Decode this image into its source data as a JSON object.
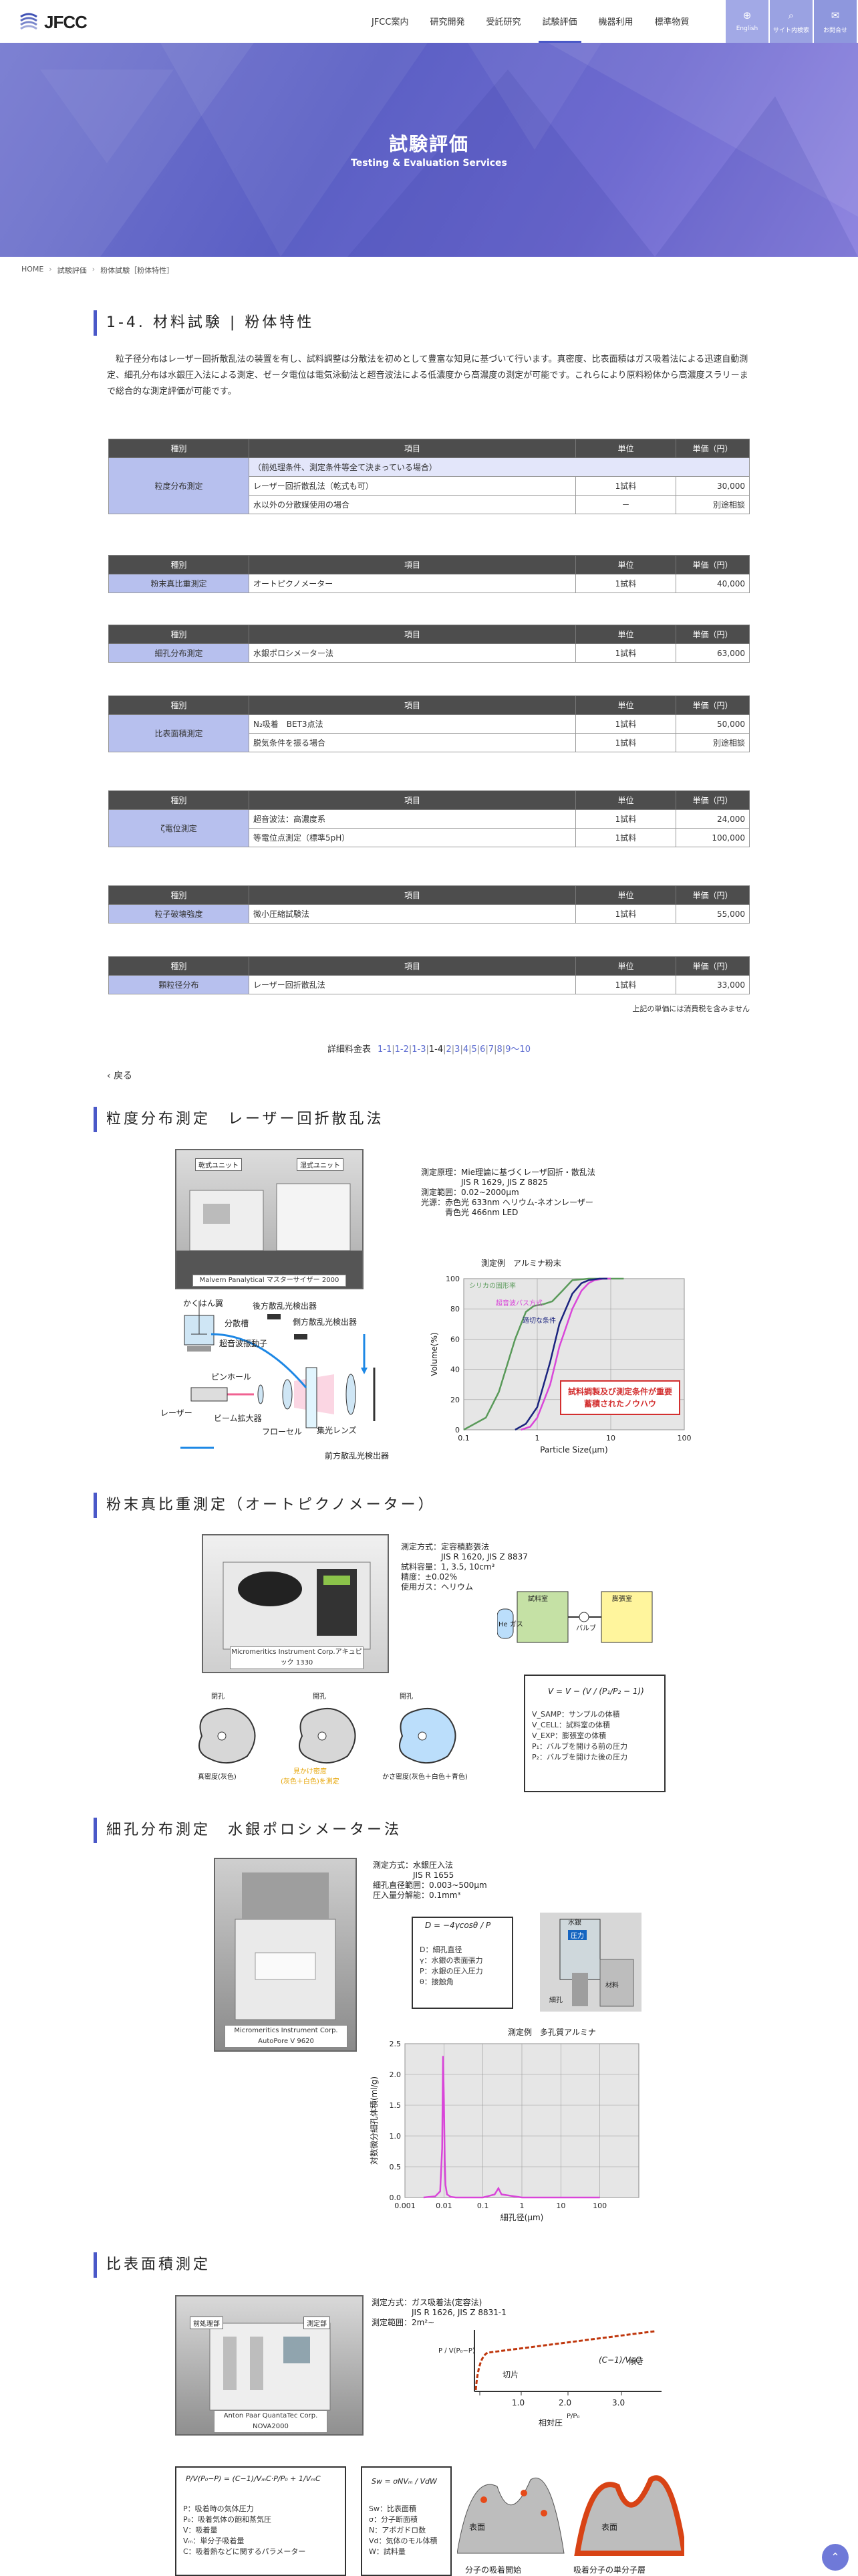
{
  "header": {
    "logo": "JFCC",
    "nav": [
      "JFCC案内",
      "研究開発",
      "受託研究",
      "試験評価",
      "機器利用",
      "標準物質"
    ],
    "active": "試験評価",
    "buttons": [
      {
        "icon": "globe",
        "label": "English"
      },
      {
        "icon": "search",
        "label": "サイト内検索"
      },
      {
        "icon": "mail",
        "label": "お問合せ"
      }
    ]
  },
  "hero": {
    "title": "試験評価",
    "subtitle": "Testing & Evaluation Services"
  },
  "breadcrumb": [
    "HOME",
    "試験評価",
    "粉体試験［粉体特性］"
  ],
  "heading": "1-4. 材料試験 | 粉体特性",
  "intro": "粒子径分布はレーザー回折散乱法の装置を有し、試料調整は分散法を初めとして豊富な知見に基づいて行います。真密度、比表面積はガス吸着法による迅速自動測定、細孔分布は水銀圧入法による測定、ゼータ電位は電気泳動法と超音波法による低濃度から高濃度の測定が可能です。これらにより原料粉体から高濃度スラリーまで総合的な測定評価が可能です。",
  "table_head": {
    "kind": "種別",
    "item": "項目",
    "unit": "単位",
    "price": "単価（円）"
  },
  "tables": [
    {
      "category": "粒度分布測定",
      "note": "（前処理条件、測定条件等全て決まっている場合）",
      "rows": [
        [
          "レーザー回折散乱法（乾式も可）",
          "1試料",
          "30,000"
        ],
        [
          "水以外の分散媒使用の場合",
          "－",
          "別途相談"
        ]
      ]
    },
    {
      "category": "粉末真比重測定",
      "rows": [
        [
          "オートピクノメーター",
          "1試料",
          "40,000"
        ]
      ]
    },
    {
      "category": "細孔分布測定",
      "rows": [
        [
          "水銀ポロシメーター法",
          "1試料",
          "63,000"
        ]
      ]
    },
    {
      "category": "比表面積測定",
      "rows": [
        [
          "N₂吸着　BET3点法",
          "1試料",
          "50,000"
        ],
        [
          "脱気条件を振る場合",
          "1試料",
          "別途相談"
        ]
      ]
    },
    {
      "category": "ζ電位測定",
      "rows": [
        [
          "超音波法：高濃度系",
          "1試料",
          "24,000"
        ],
        [
          "等電位点測定（標準5pH）",
          "1試料",
          "100,000"
        ]
      ]
    },
    {
      "category": "粒子破壊強度",
      "rows": [
        [
          "微小圧縮試験法",
          "1試料",
          "55,000"
        ]
      ]
    },
    {
      "category": "顆粒径分布",
      "rows": [
        [
          "レーザー回折散乱法",
          "1試料",
          "33,000"
        ]
      ]
    }
  ],
  "tax_note": "上記の単価には消費税を含みません",
  "pager": {
    "label": "詳細料金表",
    "pages": [
      "1-1",
      "1-2",
      "1-3",
      "1-4",
      "2",
      "3",
      "4",
      "5",
      "6",
      "7",
      "8",
      "9～10"
    ],
    "current": "1-4"
  },
  "back": "戻る",
  "s1": {
    "title": "粒度分布測定　レーザー回折散乱法",
    "photo_labels": [
      "乾式ユニット",
      "湿式ユニット"
    ],
    "caption": "Malvern Panalytical マスターサイザー 2000",
    "spec": "測定原理：Mie理論に基づくレーザ回折・散乱法\n　　　　　JIS R 1629, JIS Z 8825\n測定範囲：0.02~2000μm\n光源：赤色光 633nm ヘリウム-ネオンレーザー\n　　　青色光 466nm LED",
    "diagram": {
      "labels": [
        "かくはん翼",
        "分散槽",
        "超音波振動子",
        "後方散乱光検出器",
        "側方散乱光検出器",
        "ピンホール",
        "ビーム拡大器",
        "レーザー",
        "フローセル",
        "集光レンズ",
        "前方散乱光検出器"
      ]
    },
    "chart_data": {
      "type": "line",
      "title": "測定例　アルミナ粉末",
      "xlabel": "Particle Size(μm)",
      "ylabel": "Volume(%)",
      "xscale": "log",
      "xlim": [
        0.1,
        100
      ],
      "ylim": [
        0,
        100
      ],
      "xticks": [
        "0.1",
        "1",
        "10",
        "100"
      ],
      "yticks": [
        "0",
        "20",
        "40",
        "60",
        "80",
        "100"
      ],
      "series": [
        {
          "name": "シリカの固形率",
          "color": "#5a9a5a",
          "x": [
            0.1,
            0.2,
            0.3,
            0.5,
            0.7,
            0.9,
            1.2,
            1.6,
            2.2,
            3,
            5,
            8,
            15
          ],
          "y": [
            0,
            8,
            25,
            60,
            78,
            82,
            83,
            85,
            92,
            99,
            100,
            100,
            100
          ]
        },
        {
          "name": "超音波バス方式",
          "color": "#d946d9",
          "x": [
            0.6,
            0.8,
            1,
            1.5,
            2,
            3,
            4,
            5,
            6,
            8,
            10
          ],
          "y": [
            0,
            2,
            8,
            30,
            55,
            80,
            92,
            97,
            99,
            100,
            100
          ]
        },
        {
          "name": "適切な条件",
          "color": "#1a237e",
          "x": [
            0.5,
            0.7,
            1,
            1.5,
            2,
            3,
            4,
            5,
            7,
            9
          ],
          "y": [
            0,
            4,
            15,
            45,
            70,
            90,
            97,
            99,
            100,
            100
          ]
        }
      ],
      "annotation": "試料調製及び測定条件が重要\n蓄積されたノウハウ"
    }
  },
  "s2": {
    "title": "粉末真比重測定（オートピクノメーター）",
    "caption": "Micromeritics Instrument Corp.アキュピック 1330",
    "spec": "測定方式：定容積膨張法\n　　　　　JIS R 1620, JIS Z 8837\n試料容量：1, 3.5, 10cm³\n精度：±0.02%\n使用ガス：ヘリウム",
    "cells": [
      "試料室",
      "膨張室",
      "He ガス",
      "バルブ"
    ],
    "particles": [
      {
        "top": "閉孔",
        "bottom": "真密度(灰色)"
      },
      {
        "top": "開孔",
        "bottom": "見かけ密度\n(灰色＋白色)を測定"
      },
      {
        "top": "開孔",
        "bottom": "かさ密度(灰色＋白色＋青色)"
      }
    ],
    "legend": "V_SAMP：サンプルの体積\nV_CELL：試料室の体積\nV_EXP：膨張室の体積\nP₁：バルブを開ける前の圧力\nP₂：バルブを開けた後の圧力"
  },
  "s3": {
    "title": "細孔分布測定　水銀ポロシメーター法",
    "caption": "Micromeritics Instrument Corp.\nAutoPore V 9620",
    "spec": "測定方式：水銀圧入法\n　　　　　JIS R 1655\n細孔直径範囲：0.003~500μm\n圧入量分解能：0.1mm³",
    "formula_legend": "D：細孔直径\nγ：水銀の表面張力\nP：水銀の圧入圧力\nθ：接触角",
    "pore_labels": [
      "水銀",
      "圧力",
      "細孔",
      "材料"
    ],
    "chart_data": {
      "type": "line",
      "title": "測定例　多孔質アルミナ",
      "xlabel": "細孔径(μm)",
      "ylabel": "対数微分細孔体積(ml/g)",
      "xscale": "log",
      "xlim": [
        0.001,
        1000
      ],
      "ylim": [
        0,
        2.5
      ],
      "xticks": [
        "0.001",
        "0.01",
        "0.1",
        "1",
        "10",
        "100"
      ],
      "yticks": [
        "0.0",
        "0.5",
        "1.0",
        "1.5",
        "2.0",
        "2.5"
      ],
      "series": [
        {
          "color": "#d946d9",
          "x": [
            0.003,
            0.006,
            0.008,
            0.009,
            0.0095,
            0.01,
            0.0105,
            0.011,
            0.012,
            0.015,
            0.02,
            0.05,
            0.1,
            0.2,
            0.25,
            0.3,
            1,
            10,
            100
          ],
          "y": [
            0,
            0.02,
            0.1,
            0.8,
            2.3,
            1.6,
            0.6,
            0.2,
            0.05,
            0.01,
            0,
            0,
            0,
            0.05,
            0.15,
            0.05,
            0,
            0,
            0
          ]
        }
      ]
    }
  },
  "s4": {
    "title": "比表面積測定",
    "photo_labels": [
      "前処理部",
      "測定部"
    ],
    "caption": "Anton Paar QuantaTec Corp.\nNOVA2000",
    "spec": "測定方式：ガス吸着法(定容法)\n　　　　　JIS R 1626, JIS Z 8831-1\n測定範囲：2m²~",
    "bet_labels": [
      "切片",
      "傾き",
      "相対圧"
    ],
    "bet_ticks": [
      "1.0",
      "2.0",
      "3.0"
    ],
    "bet_legend": "P：吸着時の気体圧力\nP₀：吸着気体の飽和蒸気圧\nV：吸着量\nVₘ：単分子吸着量\nC：吸着熱などに関するパラメーター",
    "sw_legend": "Sw：比表面積\nσ：分子断面積\nN：アボガドロ数\nVd：気体のモル体積\nW：試料量",
    "surface_labels": [
      "表面",
      "表面",
      "分子の吸着開始",
      "吸着分子の単分子層"
    ]
  }
}
